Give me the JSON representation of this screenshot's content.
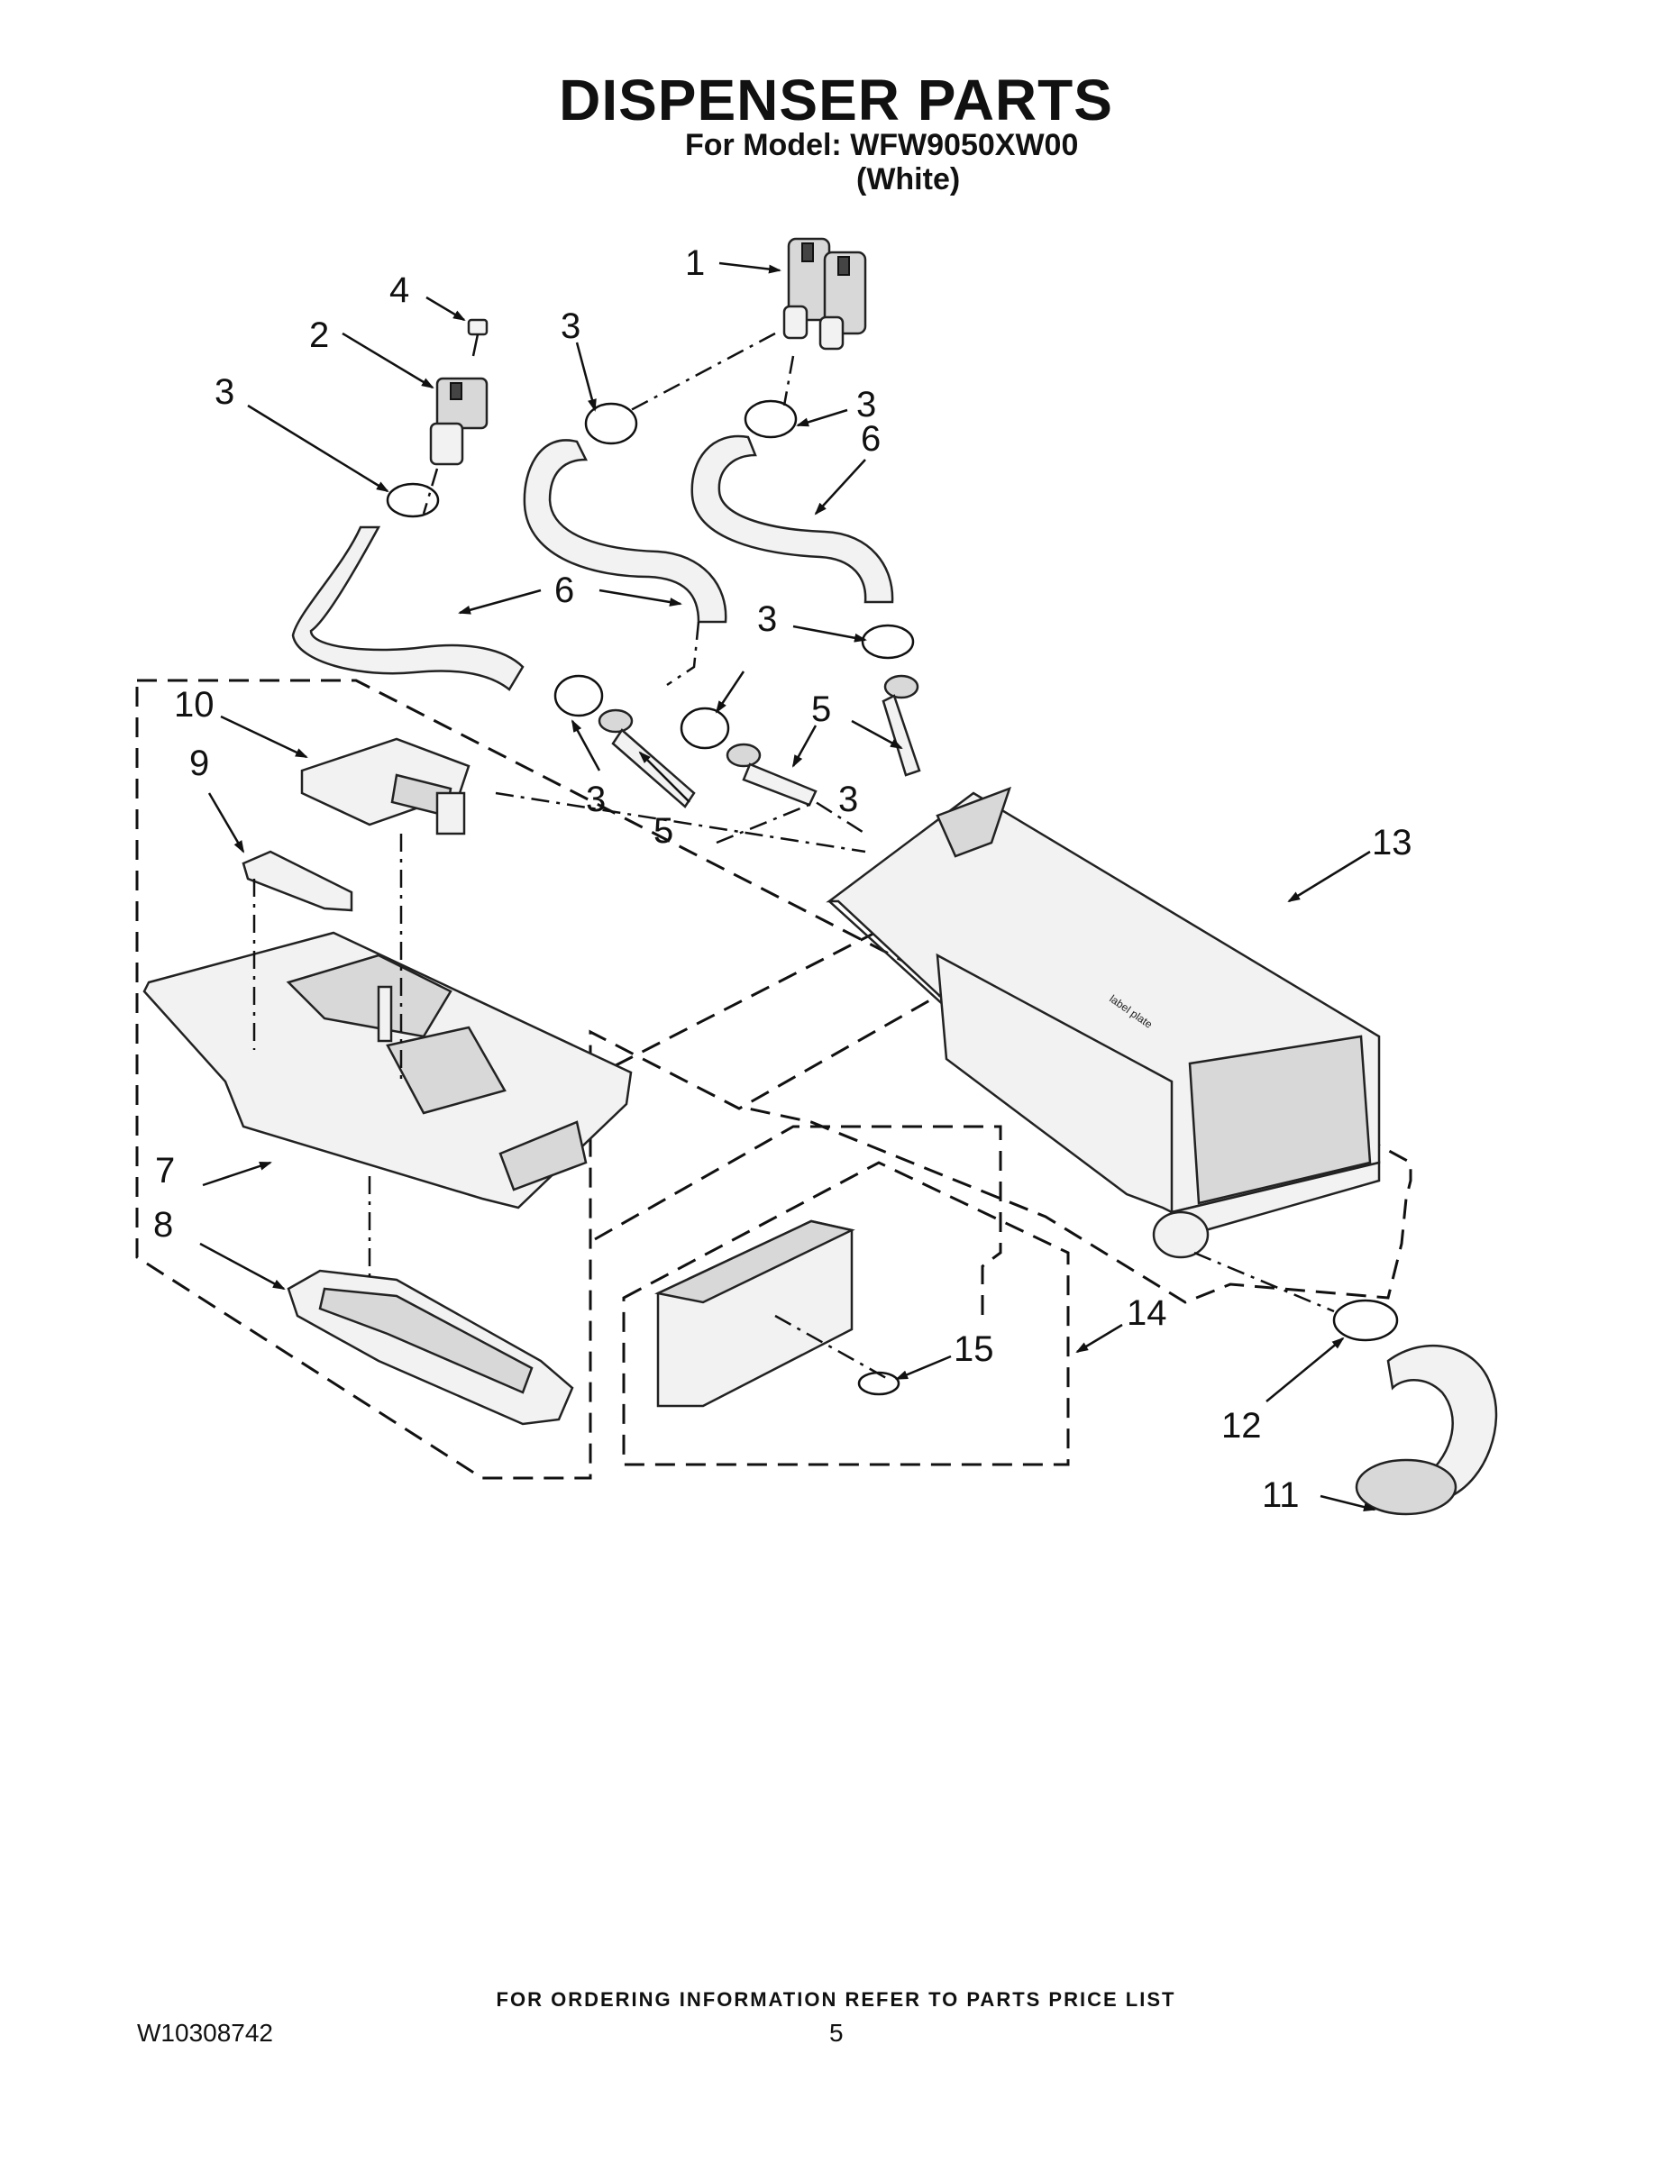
{
  "header": {
    "title": "DISPENSER PARTS",
    "model_line": "For Model: WFW9050XW00",
    "variant": "(White)"
  },
  "callouts": {
    "c1": "1",
    "c2": "2",
    "c3a": "3",
    "c3b": "3",
    "c3c": "3",
    "c3d": "3",
    "c3e": "3",
    "c3f": "3",
    "c4": "4",
    "c5a": "5",
    "c5b": "5",
    "c6a": "6",
    "c6b": "6",
    "c7": "7",
    "c8": "8",
    "c9": "9",
    "c10": "10",
    "c11": "11",
    "c12": "12",
    "c13": "13",
    "c14": "14",
    "c15": "15"
  },
  "footer": {
    "ordering_note": "FOR ORDERING INFORMATION REFER TO PARTS PRICE LIST",
    "doc_number": "W10308742",
    "page_number": "5"
  }
}
